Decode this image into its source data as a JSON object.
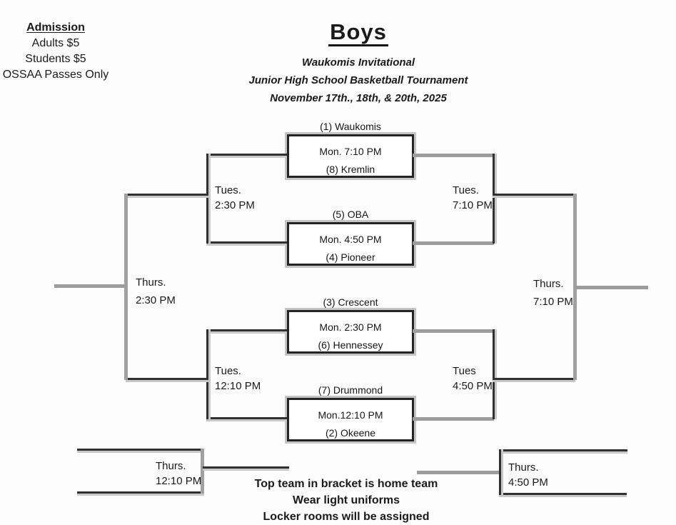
{
  "admission": {
    "title": "Admission",
    "lines": [
      "Adults $5",
      "Students $5",
      "OSSAA Passes Only"
    ]
  },
  "header": {
    "title": "Boys",
    "subtitle1": "Waukomis Invitational",
    "subtitle2": "Junior High School Basketball Tournament",
    "dates": "November 17th., 18th, & 20th, 2025"
  },
  "games": [
    {
      "top": "(1) Waukomis",
      "time": "Mon. 7:10 PM",
      "bottom": "(8) Kremlin"
    },
    {
      "top": "(5) OBA",
      "time": "Mon. 4:50 PM",
      "bottom": "(4) Pioneer"
    },
    {
      "top": "(3) Crescent",
      "time": "Mon. 2:30 PM",
      "bottom": "(6) Hennessey"
    },
    {
      "top": "(7) Drummond",
      "time": "Mon.12:10 PM",
      "bottom": "(2) Okeene"
    }
  ],
  "rounds": {
    "left_upper_semi": {
      "day": "Tues.",
      "time": "2:30 PM"
    },
    "left_lower_semi": {
      "day": "Tues.",
      "time": "12:10 PM"
    },
    "right_upper_semi": {
      "day": "Tues.",
      "time": "7:10 PM"
    },
    "right_lower_semi": {
      "day": "Tues",
      "time": "4:50 PM"
    },
    "left_final": {
      "day": "Thurs.",
      "time": "2:30 PM"
    },
    "right_final": {
      "day": "Thurs.",
      "time": "7:10 PM"
    },
    "bottom_left_game": {
      "day": "Thurs.",
      "time": "12:10 PM"
    },
    "bottom_right_game": {
      "day": "Thurs.",
      "time": "4:50 PM"
    }
  },
  "notes": [
    "Top team in bracket is home team",
    "Wear light uniforms",
    "Locker rooms will be assigned"
  ],
  "colors": {
    "line_dark": "#303030",
    "line_gray": "#9c9c9c",
    "paper": "#fcfcfc",
    "text": "#1a1a1a"
  }
}
